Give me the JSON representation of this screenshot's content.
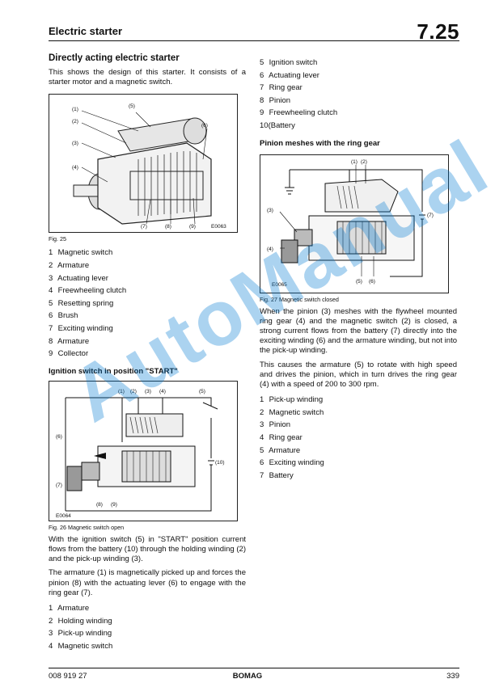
{
  "header": {
    "title": "Electric starter",
    "section": "7.25"
  },
  "left": {
    "heading": "Directly acting electric starter",
    "intro": "This shows the design of this starter. It consists of a starter motor and a magnetic switch.",
    "fig25": {
      "labels": [
        "(1)",
        "(2)",
        "(3)",
        "(4)",
        "(5)",
        "(6)",
        "(7)",
        "(8)",
        "(9)"
      ],
      "code": "E0063",
      "caption": "Fig. 25"
    },
    "list1": [
      {
        "n": "1",
        "t": "Magnetic switch"
      },
      {
        "n": "2",
        "t": "Armature"
      },
      {
        "n": "3",
        "t": "Actuating lever"
      },
      {
        "n": "4",
        "t": "Freewheeling clutch"
      },
      {
        "n": "5",
        "t": "Resetting spring"
      },
      {
        "n": "6",
        "t": "Brush"
      },
      {
        "n": "7",
        "t": "Exciting winding"
      },
      {
        "n": "8",
        "t": "Armature"
      },
      {
        "n": "9",
        "t": "Collector"
      }
    ],
    "heading2": "Ignition switch in position \"START\"",
    "fig26": {
      "labels": [
        "(1)",
        "(2)",
        "(3)",
        "(4)",
        "(5)",
        "(6)",
        "(7)",
        "(8)",
        "(9)",
        "(10)"
      ],
      "code": "E0064",
      "caption": "Fig. 26 Magnetic switch open"
    },
    "para1": "With the ignition switch (5) in \"START\" position current flows from the battery (10) through the holding winding (2) and the pick-up winding (3).",
    "para2": "The armature (1) is magnetically picked up and forces the pinion (8) with the actuating lever (6) to engage with the ring gear (7).",
    "list2": [
      {
        "n": "1",
        "t": "Armature"
      },
      {
        "n": "2",
        "t": "Holding winding"
      },
      {
        "n": "3",
        "t": "Pick-up winding"
      },
      {
        "n": "4",
        "t": "Magnetic switch"
      }
    ]
  },
  "right": {
    "list0": [
      {
        "n": "5",
        "t": "Ignition switch"
      },
      {
        "n": "6",
        "t": "Actuating lever"
      },
      {
        "n": "7",
        "t": "Ring gear"
      },
      {
        "n": "8",
        "t": "Pinion"
      },
      {
        "n": "9",
        "t": "Freewheeling clutch"
      },
      {
        "n": "10",
        "t": "(Battery"
      }
    ],
    "heading": "Pinion meshes with the ring gear",
    "fig27": {
      "labels": [
        "(1)",
        "(2)",
        "(3)",
        "(4)",
        "(5)",
        "(6)",
        "(7)"
      ],
      "code": "E0065",
      "caption": "Fig. 27 Magnetic switch closed"
    },
    "para1": "When the pinion (3) meshes with the flywheel mounted ring gear (4) and the magnetic switch (2) is closed, a strong current flows from the battery (7) directly into the exciting winding (6) and the armature winding, but not into the pick-up winding.",
    "para2": "This causes the armature (5) to rotate with high speed and drives the pinion, which in turn drives the ring gear (4) with a speed of 200 to 300 rpm.",
    "list3": [
      {
        "n": "1",
        "t": "Pick-up winding"
      },
      {
        "n": "2",
        "t": "Magnetic switch"
      },
      {
        "n": "3",
        "t": "Pinion"
      },
      {
        "n": "4",
        "t": "Ring gear"
      },
      {
        "n": "5",
        "t": "Armature"
      },
      {
        "n": "6",
        "t": "Exciting winding"
      },
      {
        "n": "7",
        "t": "Battery"
      }
    ]
  },
  "footer": {
    "left": "008 919 27",
    "center": "BOMAG",
    "right": "339"
  },
  "watermark": "AutoManual"
}
